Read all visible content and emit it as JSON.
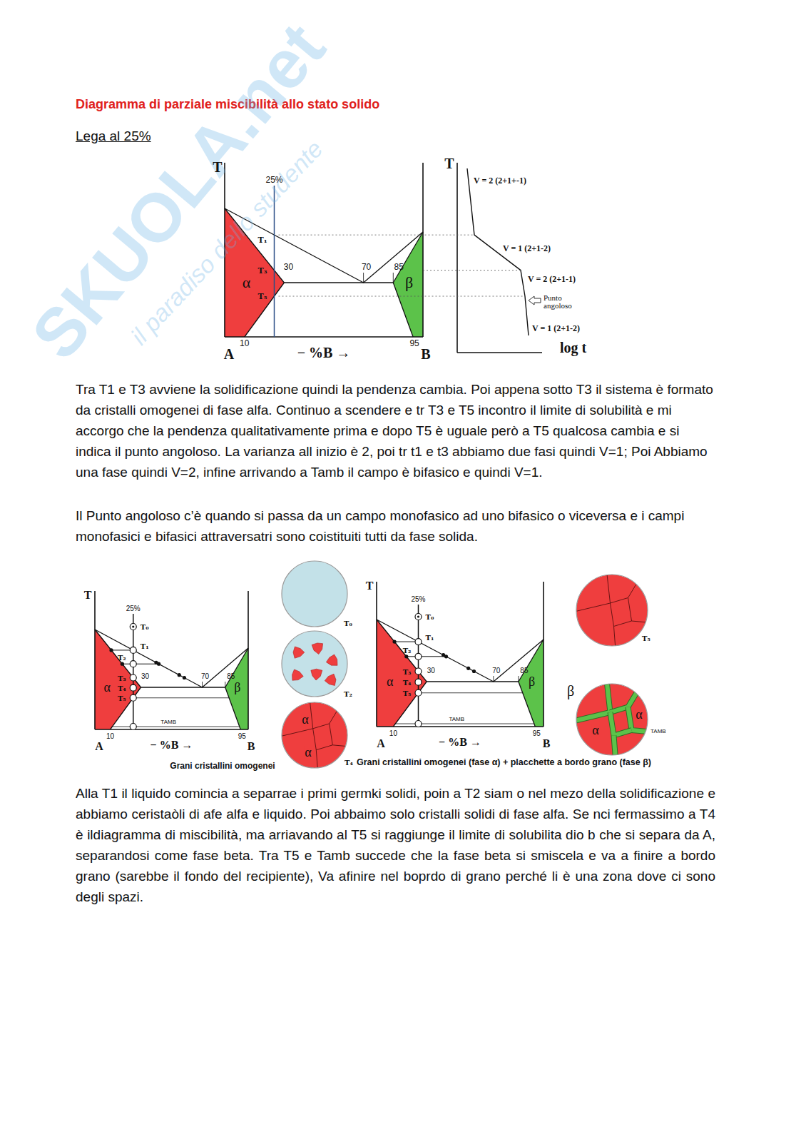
{
  "diagram": {
    "title": "Diagramma di parziale miscibilità allo stato solido",
    "labels": [
      "SKUOLA.net",
      "il paradiso dello studente",
      "Lega al 25%",
      "T",
      "25%",
      "T₁",
      "T₃",
      "T₅",
      "30",
      "70",
      "85",
      "α",
      "β",
      "10",
      "95",
      "A",
      "− %B →",
      "B",
      "T",
      "V = 2 (2+1+-1)",
      "V = 1 (2+1-2)",
      "V = 2 (2+1-1)",
      "Punto angoloso",
      "V = 1 (2+1-2)",
      "log t",
      "Tra T1 e T3 avviene la solidificazione quindi la pendenza cambia. Poi appena sotto T3 il sistema è formato da cristalli omogenei di fase alfa. Continuo a scendere e tr T3 e T5 incontro il limite di solubilità e mi accorgo che la pendenza qualitativamente prima e dopo T5 è uguale però a T5 qualcosa cambia e si indica il punto angoloso. La varianza all inizio è 2, poi tr t1 e t3 abbiamo due fasi quindi V=1; Poi Abbiamo una fase quindi V=2, infine arrivando a Tamb il campo è bifasico e quindi V=1.",
      "Il Punto angoloso c’è quando si passa da un campo monofasico ad uno bifasico o viceversa e i campi monofasici e bifasici attraversatri sono coistituiti tutti da fase solida.",
      "T",
      "25%",
      "T₀",
      "T₁",
      "T₂",
      "T₃",
      "T₄",
      "T₅",
      "30",
      "70",
      "85",
      "α",
      "β",
      "TAMB",
      "10",
      "95",
      "A",
      "− %B →",
      "B",
      "Grani cristallini omogenei",
      "T₀",
      "T₂",
      "α",
      "α",
      "T₄",
      "T",
      "25%",
      "T₀",
      "T₁",
      "T₂",
      "T₃",
      "T₄",
      "T₅",
      "30",
      "70",
      "85",
      "α",
      "β",
      "TAMB",
      "10",
      "95",
      "A",
      "− %B →",
      "B",
      "Grani cristallini omogenei (fase α) + placchette a bordo grano (fase β)",
      "T₅",
      "β",
      "α",
      "α",
      "TAMB",
      "Alla T1 il liquido comincia a separrae i primi germki solidi, poin a T2 siam o nel mezo della solidificazione e abbiamo ceristaòli di afe alfa e liquido. Poi abbaimo solo cristalli solidi di fase alfa. Se nci fermassimo a T4 è ildiagramma di miscibilità, ma arriavando al T5 si raggiunge il limite di solubilita dio b che si separa da A, separandosi come fase beta. Tra T5 e Tamb succede che la fase beta si smiscela e va a finire a bordo grano (sarebbe il fondo del recipiente), Va afinire nel boprdo di grano perché li è una zona dove ci sono degli spazi."
    ]
  }
}
